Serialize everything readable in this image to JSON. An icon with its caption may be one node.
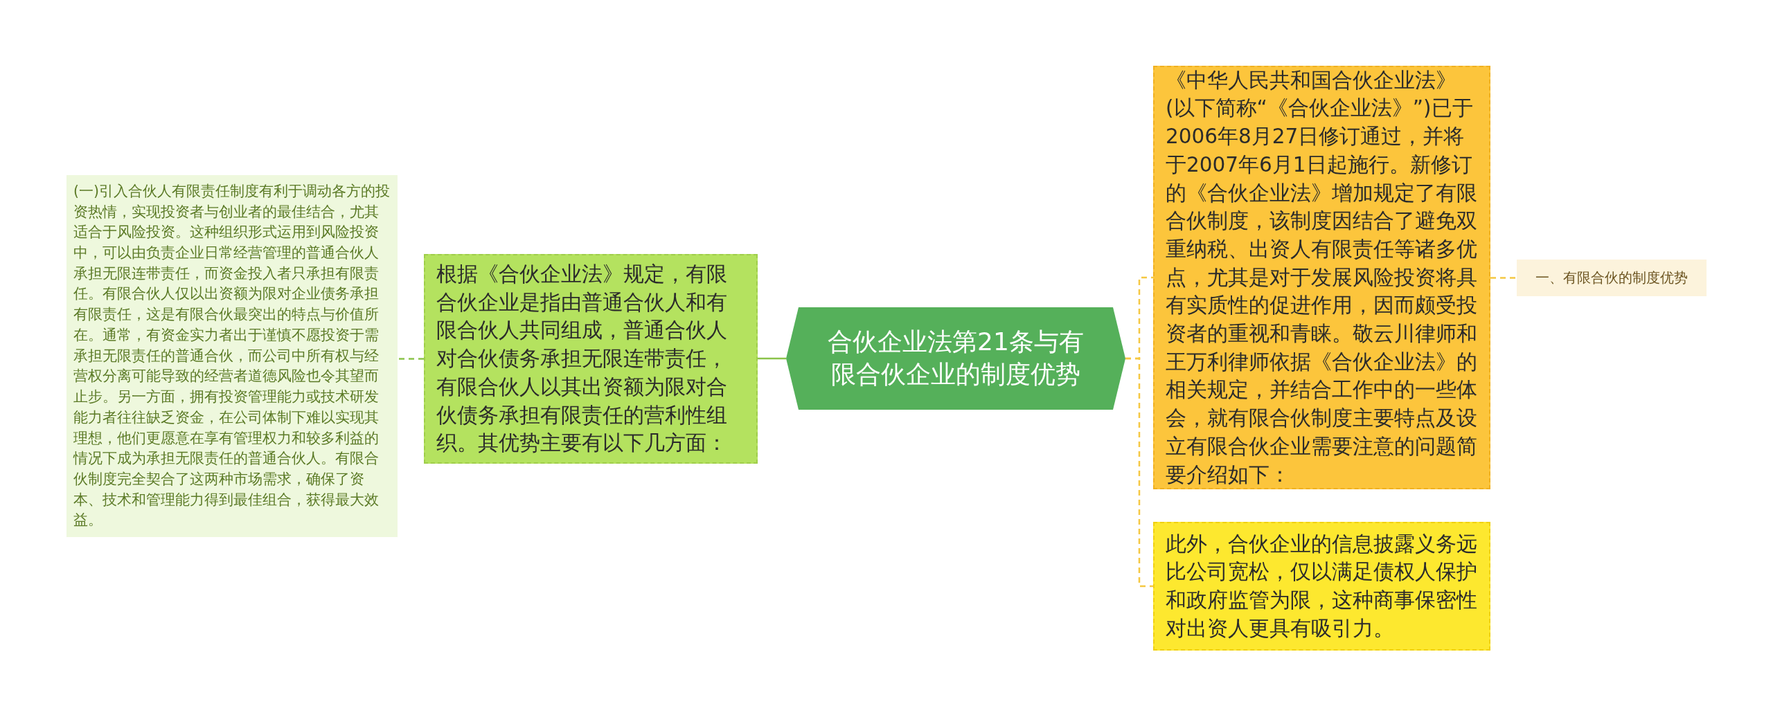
{
  "diagram": {
    "nodes": [
      {
        "text": [
          "合伙企业法第21条与有限合伙企业的制度优势"
        ]
      },
      {
        "text": [
          "根据《合伙企业法》规定，有限合伙企业是指由普通合伙人和有限合伙人共同组成，普通合伙人对合伙债务承担无限连带责任，有限合伙人以其出资额为限对合伙债务承担有限责任的营利性组织。其优势主要有以下几方面："
        ]
      },
      {
        "text": [
          "(一)引入合伙人有限责任制度有利于调动各方的投资热情，实现投资者与创业者的最佳结合，尤其适合于风险投资。这种组织形式运用到风险投资中，可以由负责企业日常经营管理的普通合伙人承担无限连带责任，而资金投入者只承担有限责任。有限合伙人仅以出资额为限对企业债务承担有限责任，这是有限合伙最突出的特点与价值所在。通常，有资金实力者出于谨慎不愿投资于需承担无限责任的普通合伙，而公司中所有权与经营权分离可能导致的经营者道德风险也令其望而止步。另一方面，拥有投资管理能力或技术研发能力者往往缺乏资金，在公司体制下难以实现其理想，他们更愿意在享有管理权力和较多利益的情况下成为承担无限责任的普通合伙人。有限合伙制度完全契合了这两种市场需求，确保了资本、技术和管理能力得到最佳组合，获得最大效益。"
        ]
      },
      {
        "text": [
          "《中华人民共和国合伙企业法》(以下简称“《合伙企业法》”)已于2006年8月27日修订通过，并将于2007年6月1日起施行。新修订的《合伙企业法》增加规定了有限合伙制度，该制度因结合了避免双重纳税、出资人有限责任等诸多优点，尤其是对于发展风险投资将具有实质性的促进作用，因而颇受投资者的重视和青睐。敬云川律师和王万利律师依据《合伙企业法》的相关规定，并结合工作中的一些体会，就有限合伙制度主要特点及设立有限合伙企业需要注意的问题简要介绍如下："
        ]
      },
      {
        "text": [
          "一、有限合伙的制度优势"
        ]
      },
      {
        "text": [
          "此外，合伙企业的信息披露义务远比公司宽松，仅以满足债权人保护和政府监管为限，这种商事保密性对出资人更具有吸引力。"
        ]
      }
    ],
    "edges": [
      {
        "from": 0,
        "to": 1,
        "arrow": "none",
        "color": "#8bc34a"
      },
      {
        "from": 1,
        "to": 2,
        "arrow": "none",
        "style": "dashed",
        "color": "#8bc34a"
      },
      {
        "from": 0,
        "to": 3,
        "arrow": "none",
        "style": "dashed"
      },
      {
        "from": 0,
        "to": 5,
        "arrow": "none",
        "style": "dashed"
      },
      {
        "from": 3,
        "to": 4,
        "arrow": "none",
        "style": "dashed"
      }
    ]
  }
}
